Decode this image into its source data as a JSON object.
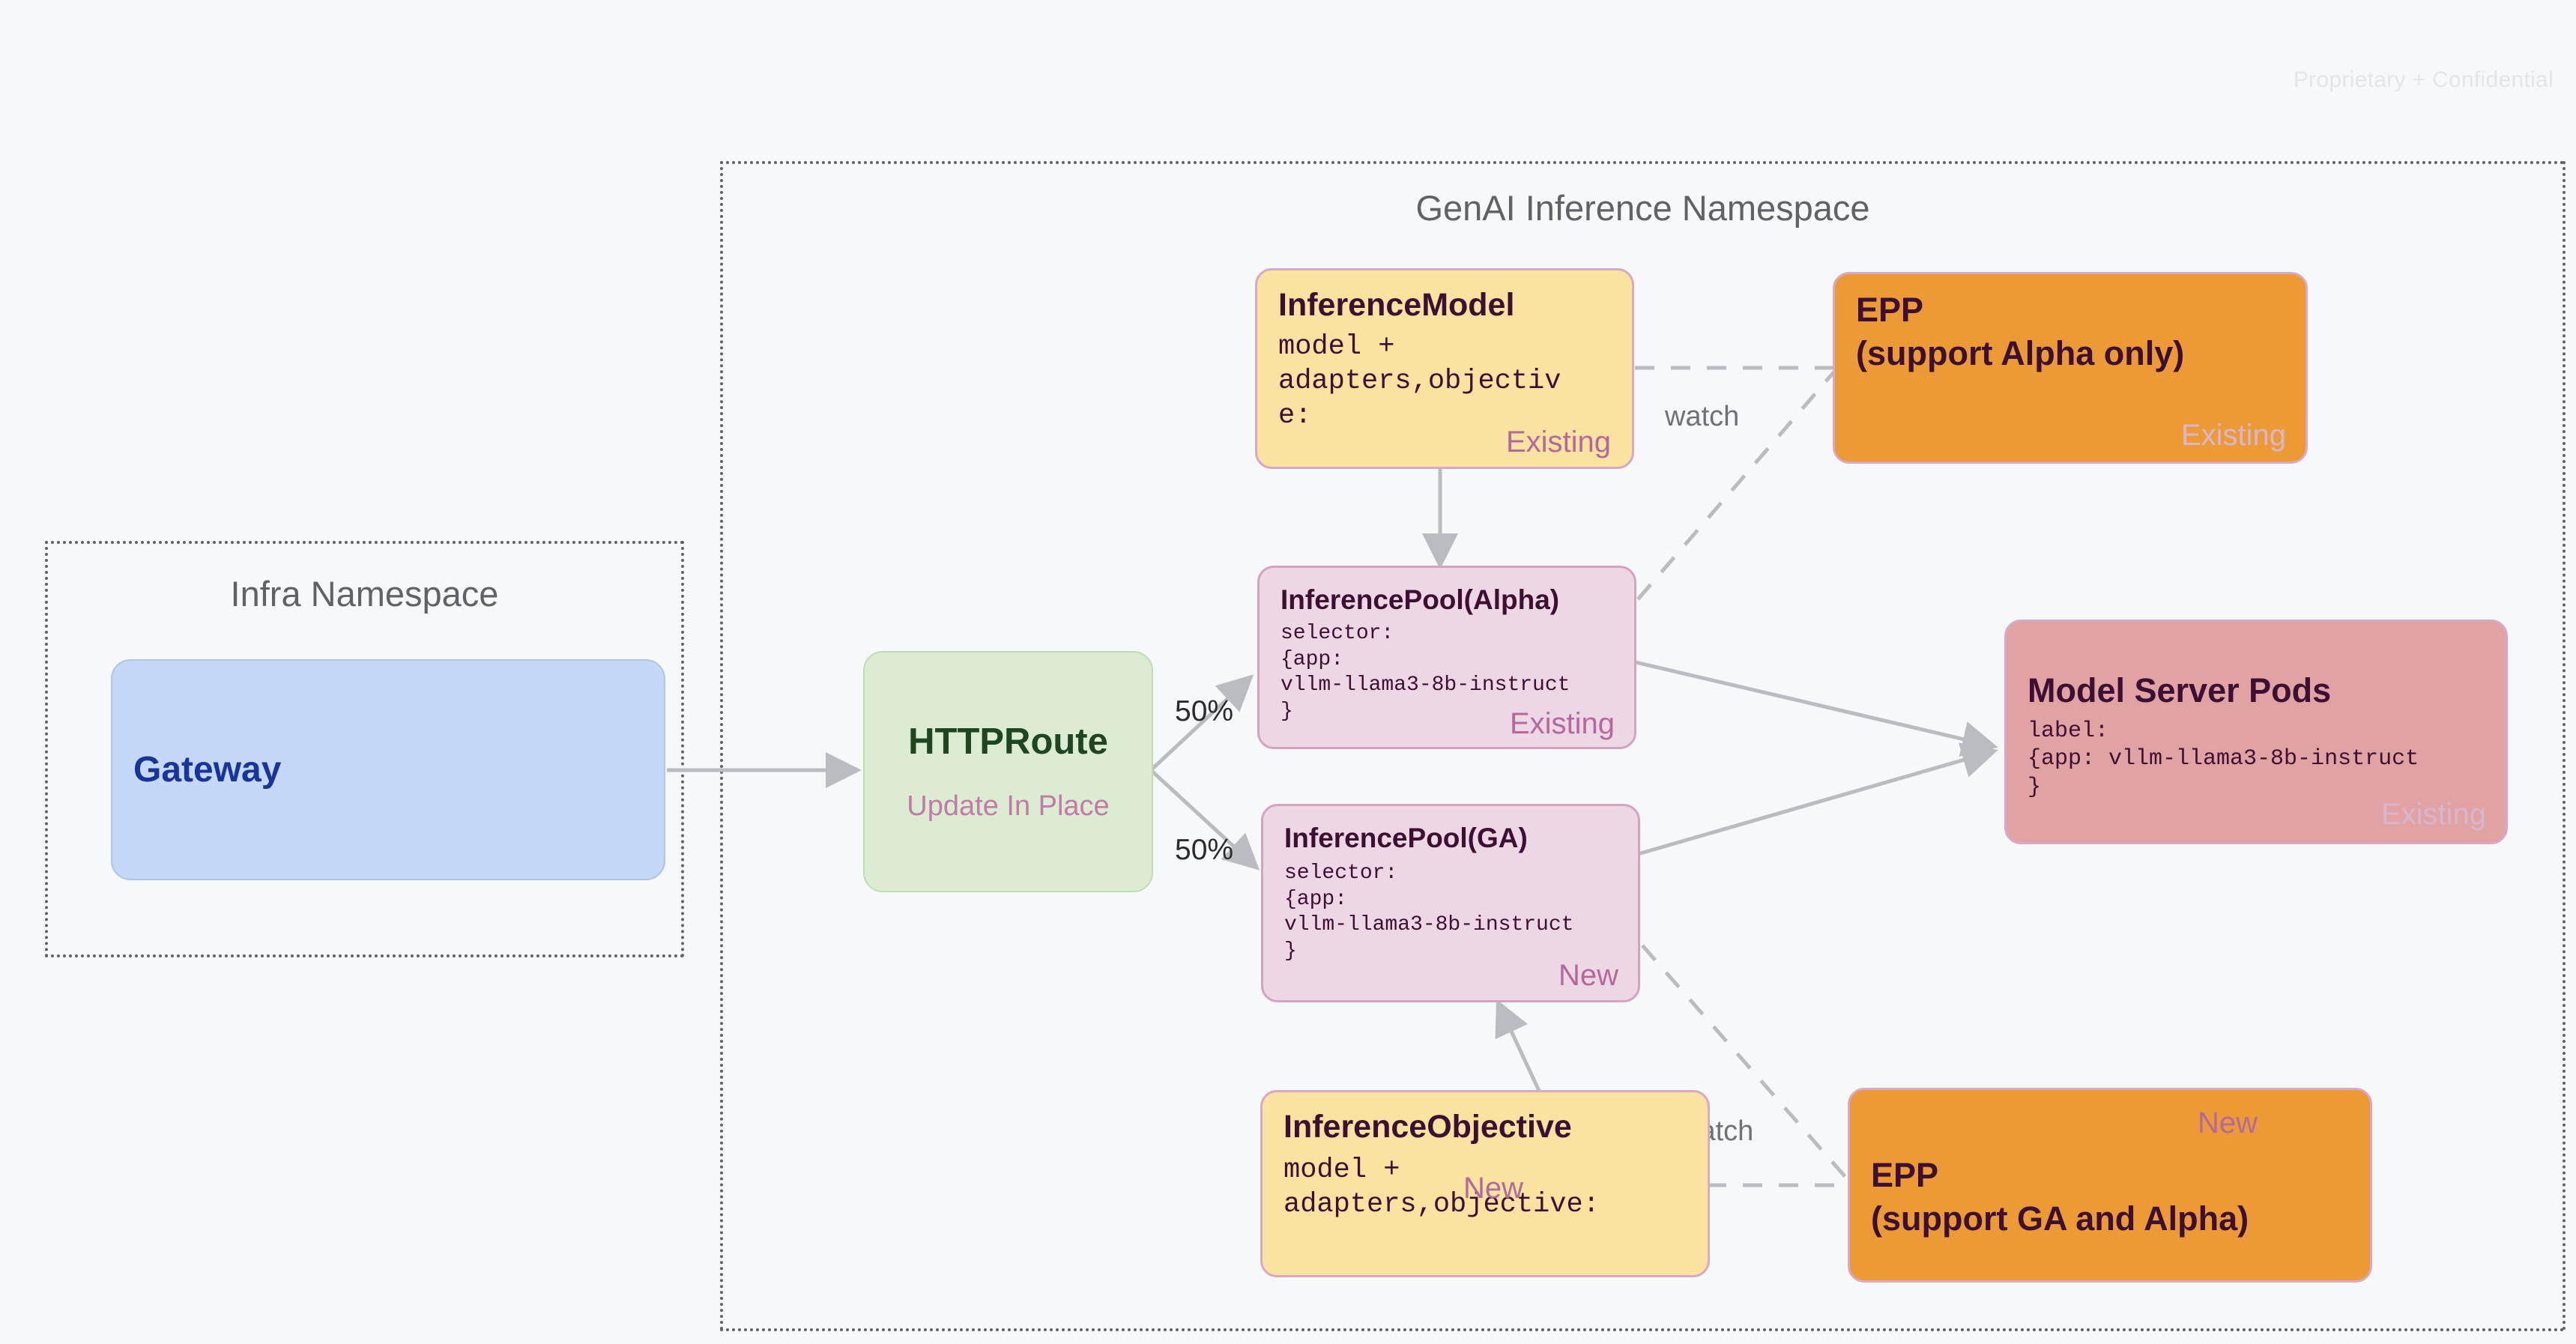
{
  "watermark": "Proprietary + Confidential",
  "namespaces": {
    "infra": {
      "title": "Infra Namespace"
    },
    "genai": {
      "title": "GenAI Inference Namespace"
    }
  },
  "nodes": {
    "gateway": {
      "title": "Gateway"
    },
    "httproute": {
      "title": "HTTPRoute",
      "subtitle": "Update In Place"
    },
    "inference_model": {
      "title": "InferenceModel",
      "body": "model +\nadapters,objectiv\ne:",
      "tag": "Existing"
    },
    "inference_pool_alpha": {
      "title": "InferencePool(Alpha)",
      "body": "selector:\n{app:\nvllm-llama3-8b-instruct\n}",
      "tag": "Existing"
    },
    "inference_pool_ga": {
      "title": "InferencePool(GA)",
      "body": "selector:\n{app:\nvllm-llama3-8b-instruct\n}",
      "tag": "New"
    },
    "inference_objective": {
      "title": "InferenceObjective",
      "body": "model +\nadapters,objective:",
      "tag": "New"
    },
    "epp_alpha": {
      "title_line1": "EPP",
      "title_line2": "(support Alpha only)",
      "tag": "Existing"
    },
    "epp_ga": {
      "title_line1": "EPP",
      "title_line2": "(support GA and Alpha)",
      "tag": "New"
    },
    "model_server_pods": {
      "title": "Model Server Pods",
      "body": "label:\n{app: vllm-llama3-8b-instruct\n}",
      "tag": "Existing"
    }
  },
  "edges": {
    "split_top_pct": "50%",
    "split_bottom_pct": "50%",
    "watch_top": "watch",
    "watch_bottom": "watch"
  },
  "colors": {
    "background": "#f7f8fa",
    "gateway_fill": "#c5d8f7",
    "gateway_text": "#17359b",
    "httproute_fill": "#dbecd3",
    "httproute_text": "#1e4620",
    "yellow_fill": "#fae3a0",
    "pink_fill": "#eed7e4",
    "orange_fill": "#eb9a35",
    "rose_fill": "#e0a2a2",
    "tag_text": "#b3699b",
    "edge_stroke": "#b9bcc0",
    "namespace_border": "#5f6368"
  }
}
